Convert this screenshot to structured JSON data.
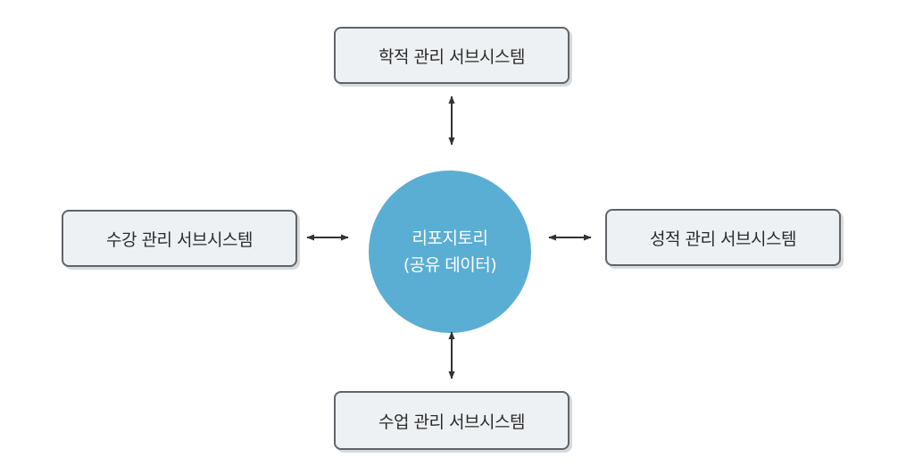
{
  "diagram": {
    "center": {
      "line1": "리포지토리",
      "line2": "(공유 데이터)",
      "color": "#5aaed3"
    },
    "subsystems": {
      "top": "학적 관리 서브시스템",
      "left": "수강 관리 서브시스템",
      "right": "성적 관리 서브시스템",
      "bottom": "수업 관리 서브시스템"
    },
    "connector": "bidirectional-arrow",
    "box_color": "#eef1f3",
    "border_color": "#5f6468"
  }
}
